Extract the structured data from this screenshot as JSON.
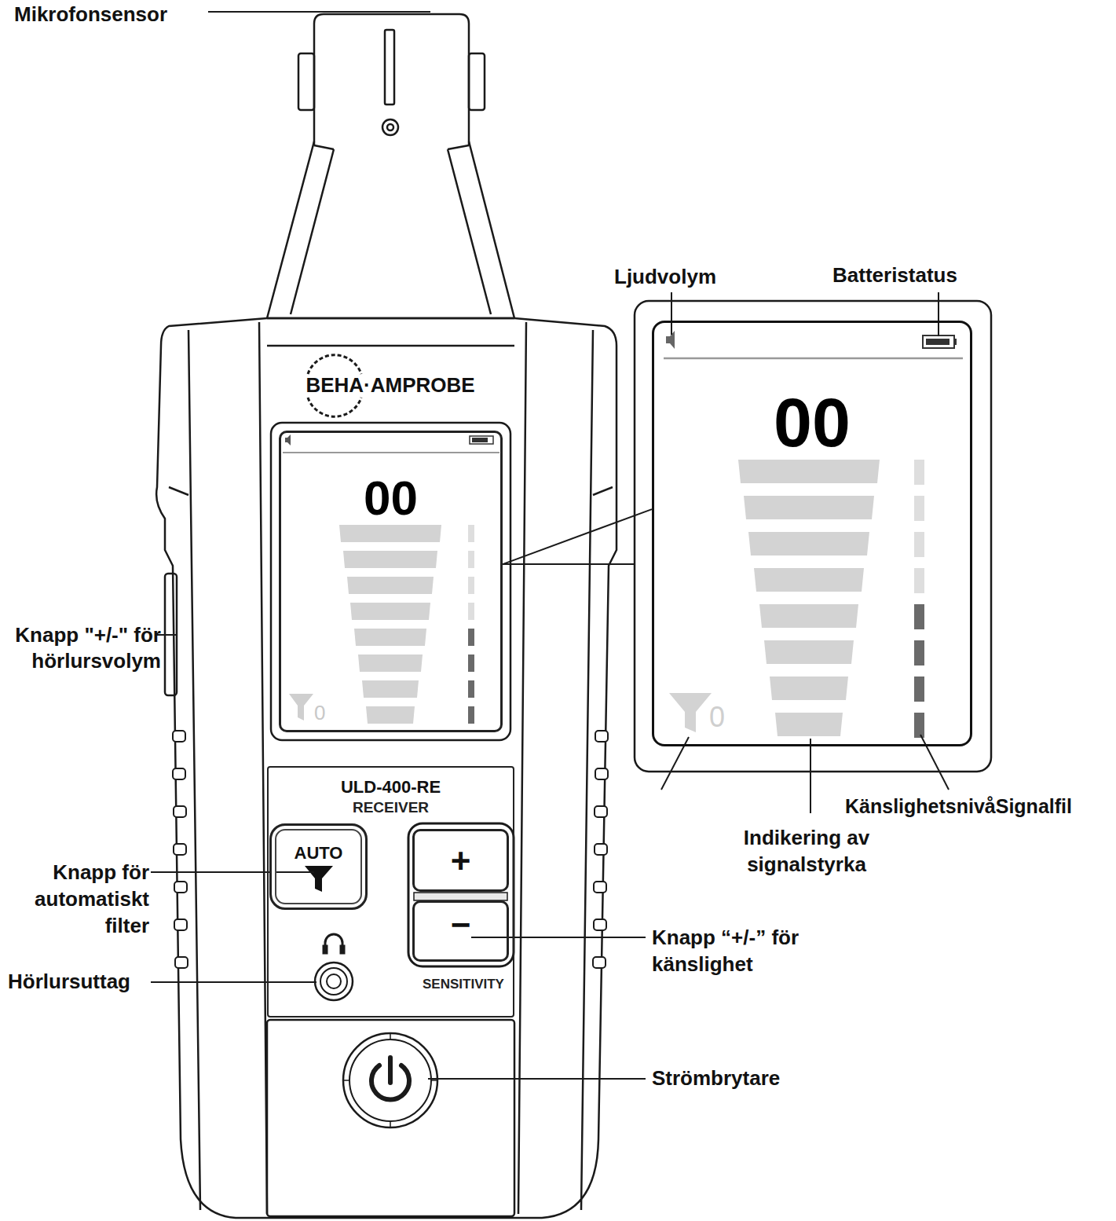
{
  "diagram": {
    "nodes": [
      {
        "text": [
          "00",
          "0"
        ]
      },
      {
        "text": [
          "00",
          "0"
        ]
      },
      {
        "text": [
          "ULD-400-RE",
          "RECEIVER",
          "SENSITIVITY"
        ]
      },
      {
        "text": [
          "AUTO"
        ],
        "in": 2
      },
      {
        "text": [
          "+"
        ],
        "in": 2
      },
      {
        "text": [
          "−"
        ],
        "in": 2
      }
    ],
    "edges": [
      {
        "from": 0,
        "to": 1,
        "arrow": "none"
      }
    ],
    "labels": [
      "Mikrofonsensor",
      "Ljudvolym",
      "Batteristatus",
      "BEHA·AMPROBE",
      "Knapp \"+/-\" för hörlursvolym",
      "KänslighetsnivåSignalfil",
      "Indikering av signalstyrka",
      "Knapp för automatiskt filter",
      "Knapp “+/-” för känslighet",
      "Hörlursuttag",
      "Strömbrytare"
    ]
  }
}
